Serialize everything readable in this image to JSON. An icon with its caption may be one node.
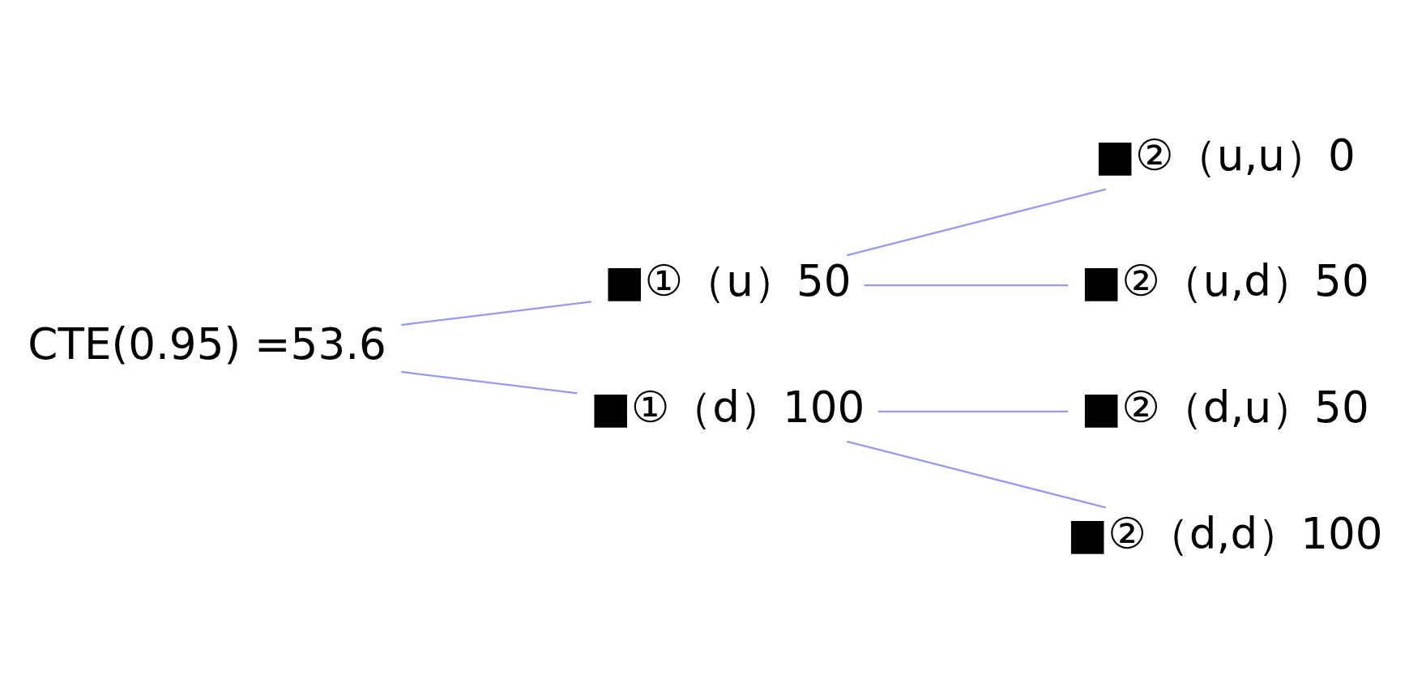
{
  "diagram": {
    "nodes": [
      {
        "text": [
          "CTE(0.95) =53.6"
        ]
      },
      {
        "text": [
          "■①（u）50"
        ]
      },
      {
        "text": [
          "■①（d）100"
        ]
      },
      {
        "text": [
          "■②（u,u）0"
        ]
      },
      {
        "text": [
          "■②（u,d）50"
        ]
      },
      {
        "text": [
          "■②（d,u）50"
        ]
      },
      {
        "text": [
          "■②（d,d）100"
        ]
      }
    ],
    "edges": [
      {
        "from": 0,
        "to": 1,
        "arrow": "none"
      },
      {
        "from": 0,
        "to": 2,
        "arrow": "none"
      },
      {
        "from": 1,
        "to": 3,
        "arrow": "none"
      },
      {
        "from": 1,
        "to": 4,
        "arrow": "none"
      },
      {
        "from": 2,
        "to": 5,
        "arrow": "none"
      },
      {
        "from": 2,
        "to": 6,
        "arrow": "none"
      }
    ]
  }
}
